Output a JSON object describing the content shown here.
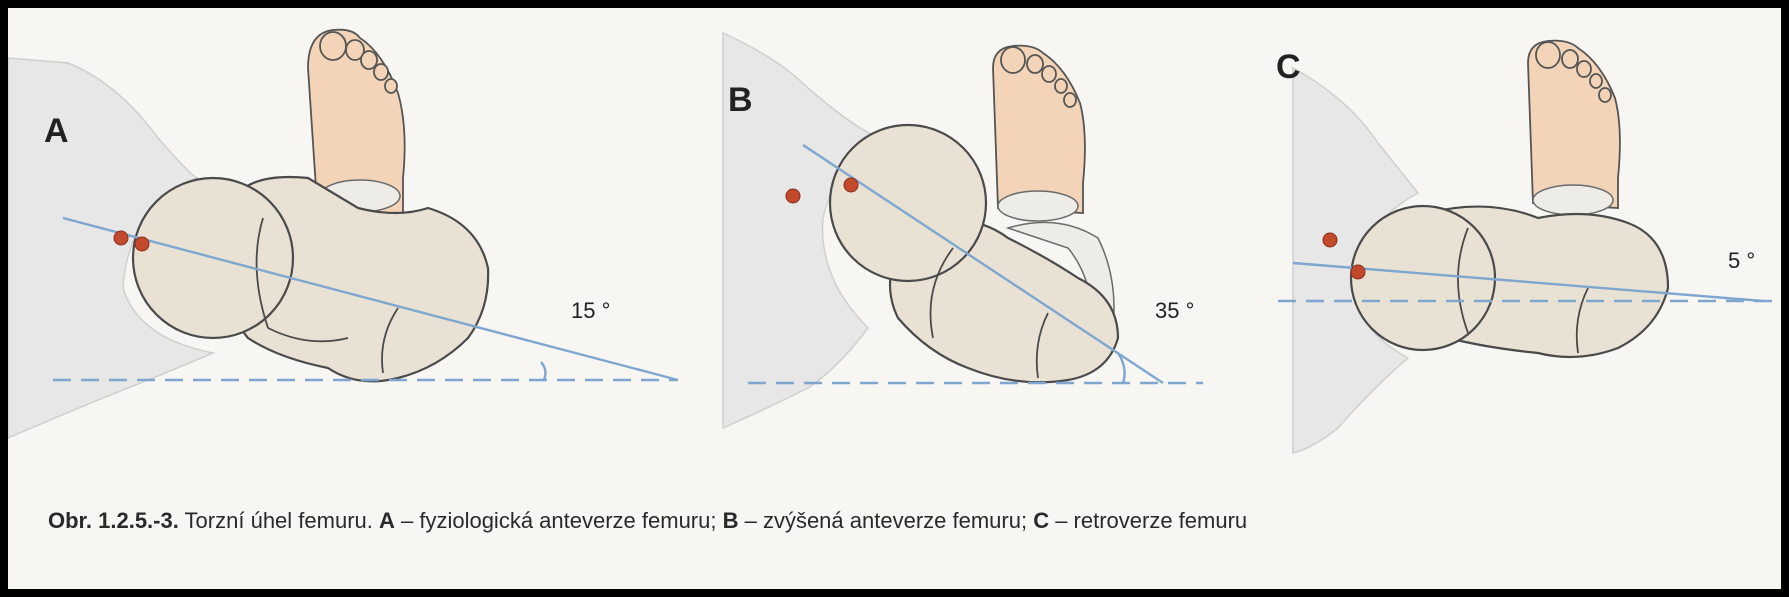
{
  "panels": [
    {
      "label": "A",
      "angle": "15 °"
    },
    {
      "label": "B",
      "angle": "35 °"
    },
    {
      "label": "C",
      "angle": "5 °"
    }
  ],
  "caption": {
    "figure_number": "Obr. 1.2.5.-3.",
    "text_1": " Torzní úhel femuru. ",
    "letter_a": "A",
    "text_a": " – fyziologická anteverze femuru; ",
    "letter_b": "B",
    "text_b": " – zvýšená anteverze femuru; ",
    "letter_c": "C",
    "text_c": " – retroverze femuru"
  },
  "colors": {
    "frame": "#000000",
    "background": "#f7f6f3",
    "pelvis": "#e6e7e6",
    "bone_fill": "#e9e2d4",
    "bone_outline": "#4a4a4a",
    "foot_skin": "#f3d4b8",
    "axis_line": "#7ea6cf",
    "landmark_dot": "#c2492c"
  }
}
